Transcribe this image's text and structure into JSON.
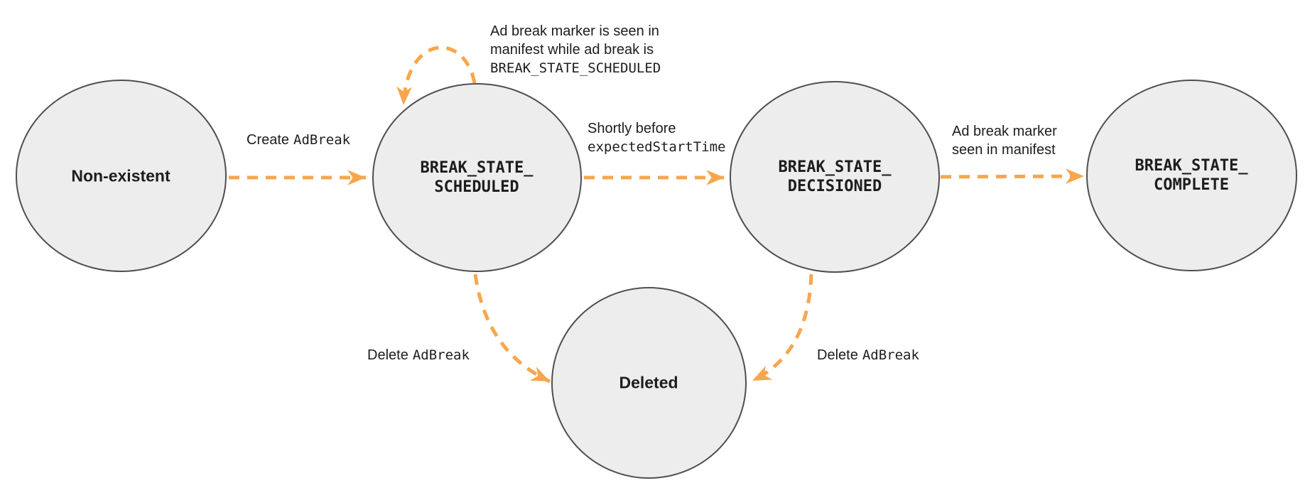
{
  "colors": {
    "arrow": "#F8A64D",
    "node_fill": "#EDEDED",
    "node_border": "#4F4F4F",
    "text": "#1D1D1D"
  },
  "nodes": {
    "non_existent": {
      "label": "Non-existent"
    },
    "scheduled": {
      "line1": "BREAK_STATE_",
      "line2": "SCHEDULED"
    },
    "decisioned": {
      "line1": "BREAK_STATE_",
      "line2": "DECISIONED"
    },
    "complete": {
      "line1": "BREAK_STATE_",
      "line2": "COMPLETE"
    },
    "deleted": {
      "label": "Deleted"
    }
  },
  "edges": {
    "create": {
      "plain": "Create",
      "code": "AdBreak"
    },
    "self_loop": {
      "line1": "Ad break marker is seen in",
      "line2": "manifest while ad break is",
      "code_line": "BREAK_STATE_SCHEDULED"
    },
    "to_decisioned": {
      "line1": "Shortly before",
      "code_line": "expectedStartTime"
    },
    "to_complete": {
      "line1": "Ad break marker",
      "line2": "seen in manifest"
    },
    "delete_from_scheduled": {
      "plain": "Delete",
      "code": "AdBreak"
    },
    "delete_from_decisioned": {
      "plain": "Delete",
      "code": "AdBreak"
    }
  }
}
